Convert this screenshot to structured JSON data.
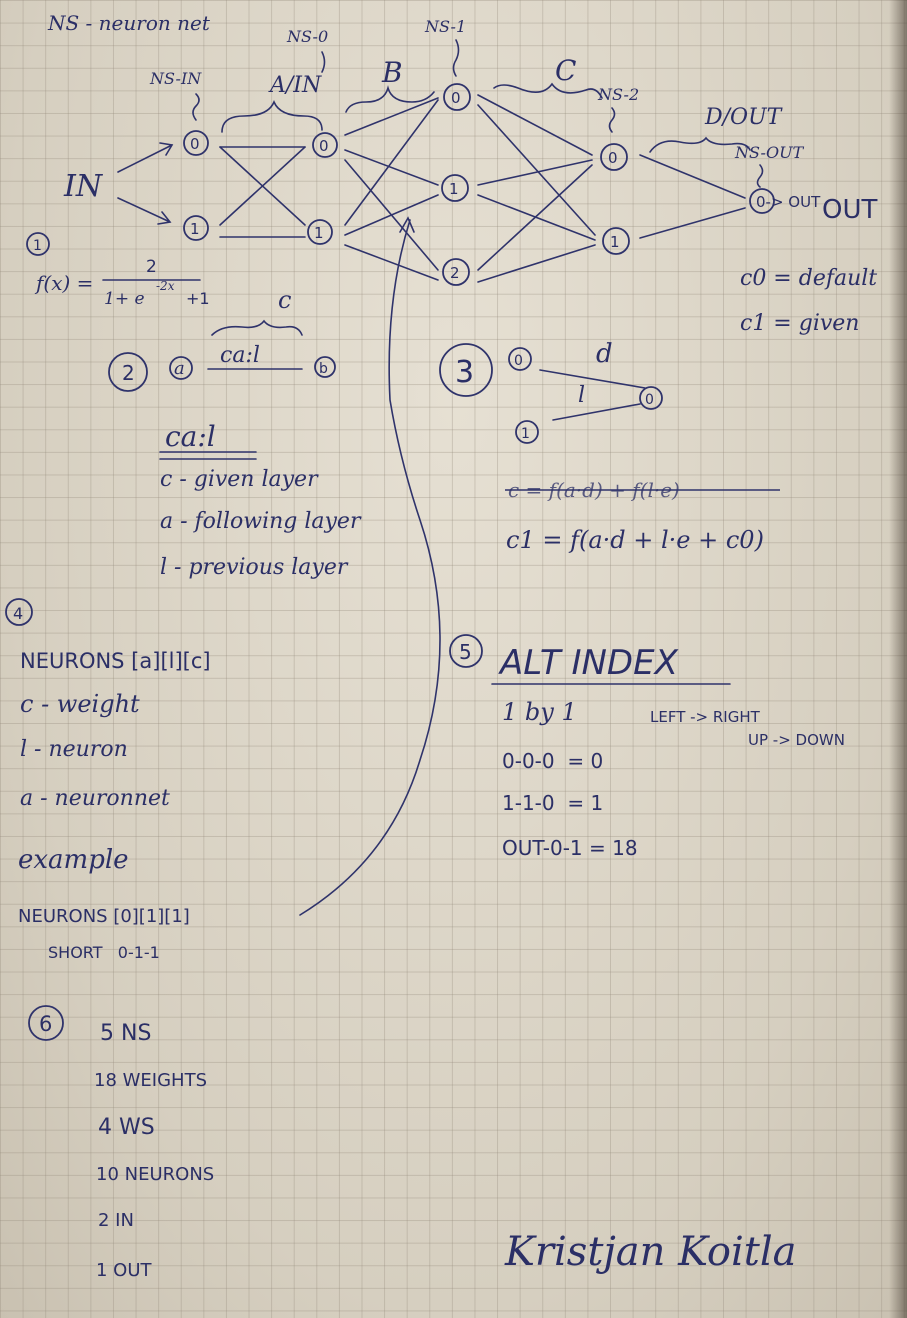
{
  "page": {
    "title": "NS - neuron net"
  },
  "network": {
    "input_label": "IN",
    "output_label": "OUT",
    "layer_tags": [
      "NS-IN",
      "NS-0",
      "NS-1",
      "NS-2",
      "NS-OUT"
    ],
    "weight_sets": [
      "A/IN",
      "B",
      "C",
      "D/OUT"
    ],
    "node_labels": [
      "0",
      "1",
      "2",
      "0-> OUT"
    ]
  },
  "section1": {
    "marker": "1",
    "formula_lhs": "f(x) =",
    "numerator": "2",
    "denominator": "1+ e",
    "exponent": "-2x",
    "tail": "+1"
  },
  "section2": {
    "marker": "2",
    "a": "a",
    "c_label": "c",
    "notation": "ca:l",
    "b": "b",
    "legend_title": "ca:l",
    "legend": [
      "c - given layer",
      "a - following layer",
      "l - previous layer"
    ]
  },
  "section3": {
    "marker": "3",
    "node_top": "0",
    "node_bottom": "1",
    "node_right": "0",
    "weight_top": "d",
    "weight_bottom": "l",
    "struck_formula": "c = f(a·d) + f(l·e)",
    "formula": "c1 = f(a·d + l·e + c0)",
    "notes": [
      "c0 = default",
      "c1 = given"
    ]
  },
  "section4": {
    "marker": "4",
    "lines": [
      "NEURONS [a][l][c]",
      "c - weight",
      "l - neuron",
      "a - neuronnet",
      "example",
      "NEURONS [0][1][1]",
      "SHORT   0-1-1"
    ]
  },
  "section5": {
    "marker": "5",
    "heading": "ALT INDEX",
    "lines": [
      "1 by 1",
      "LEFT -> RIGHT",
      "UP -> DOWN",
      "0-0-0  = 0",
      "1-1-0  = 1",
      "OUT-0-1 = 18"
    ]
  },
  "section6": {
    "marker": "6",
    "lines": [
      "5 NS",
      "18 WEIGHTS",
      "4 WS",
      "10 NEURONS",
      "2 IN",
      "1 OUT"
    ]
  },
  "signature": "Kristjan Koitla"
}
